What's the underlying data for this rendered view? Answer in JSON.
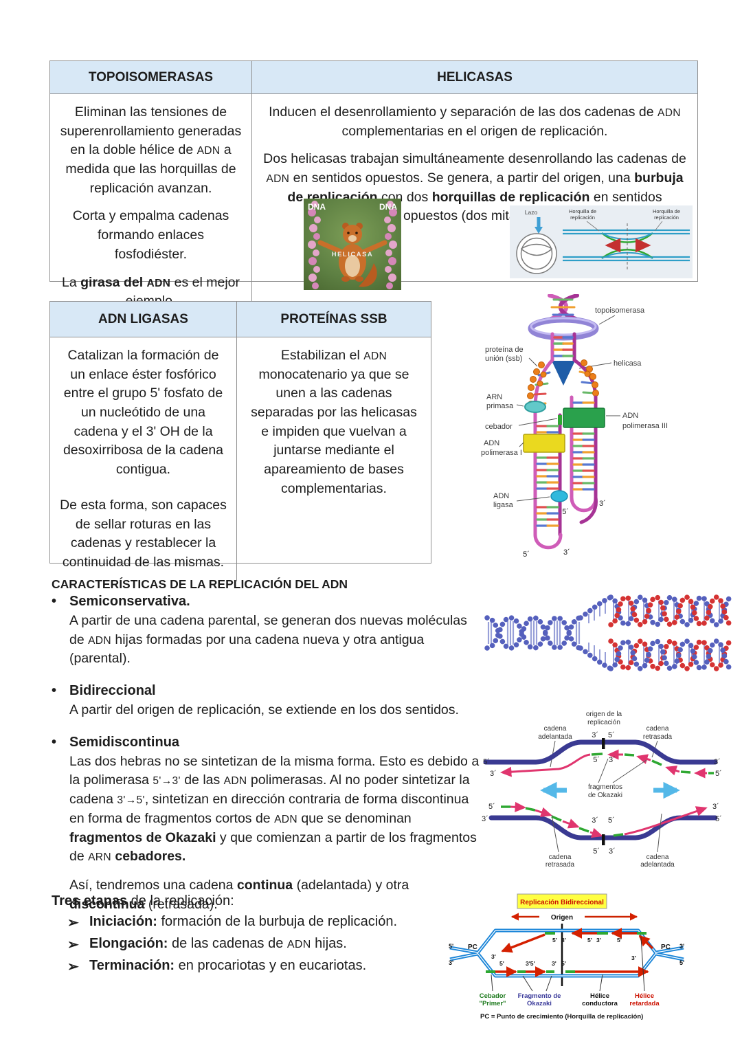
{
  "colors": {
    "header_bg": "#d8e8f6",
    "table_border": "#8f8f8f",
    "text": "#1d1d1d",
    "teal": "#2e9ec7",
    "green": "#2fa832",
    "red_arrow": "#c43030",
    "dark_blue_strand": "#3a3a92",
    "pink_new_strand": "#e0356e",
    "light_blue_arrow": "#54b8e8",
    "helix_blue": "#5560bd",
    "helix_red": "#d53333"
  },
  "table1": {
    "header_left": "TOPOISOMERASAS",
    "header_right": "HELICASAS",
    "left": {
      "p1": [
        {
          "t": "Eliminan las tensiones de superenrollamiento generadas en la doble hélice de "
        },
        {
          "t": "ADN",
          "sc": 1
        },
        {
          "t": " a medida que las horquillas de replicación avanzan."
        }
      ],
      "p2": [
        {
          "t": "Corta y empalma cadenas formando enlaces fosfodiéster."
        }
      ],
      "p3": [
        {
          "t": "La "
        },
        {
          "t": "girasa del ",
          "b": 1
        },
        {
          "t": "ADN",
          "b": 1,
          "sc": 1
        },
        {
          "t": " es el mejor ejemplo."
        }
      ]
    },
    "right": {
      "p1": [
        {
          "t": "Inducen el desenrollamiento y separación de las dos cadenas de "
        },
        {
          "t": "ADN",
          "sc": 1
        },
        {
          "t": " complementarias en el origen de replicación."
        }
      ],
      "p2": [
        {
          "t": "Dos helicasas trabajan simultáneamente desenrollando las cadenas de "
        },
        {
          "t": "ADN",
          "sc": 1
        },
        {
          "t": " en sentidos opuestos. Se genera, a partir del origen, una "
        },
        {
          "t": "burbuja de replicación",
          "b": 1
        },
        {
          "t": " con dos "
        },
        {
          "t": "horquillas de replicación",
          "b": 1
        },
        {
          "t": " en sentidos opuestos (dos mitades)."
        }
      ]
    },
    "squirrel": {
      "dna_left": "DNA",
      "dna_right": "DNA",
      "caption": "HELICASA"
    },
    "bubble": {
      "lazo": "Lazo",
      "fork_left": [
        "Horquilla de",
        "replicación"
      ],
      "fork_right": [
        "Horquilla de",
        "replicación"
      ]
    }
  },
  "table2": {
    "header_left": "ADN LIGASAS",
    "header_right": "PROTEÍNAS SSB",
    "left": {
      "p1": [
        {
          "t": "Catalizan la formación de un enlace éster fosfórico entre el grupo 5' fosfato de un nucleótido de una cadena y el 3' OH de la desoxirribosa de la cadena contigua."
        }
      ],
      "p2": [
        {
          "t": "De esta forma, son capaces de sellar roturas en las cadenas y restablecer la continuidad de las mismas."
        }
      ]
    },
    "right": {
      "p1": [
        {
          "t": "Estabilizan el "
        },
        {
          "t": "ADN",
          "sc": 1
        },
        {
          "t": " monocatenario ya que se unen a las cadenas separadas por las helicasas e impiden que vuelvan a juntarse mediante el apareamiento de bases complementarias."
        }
      ]
    }
  },
  "fork_diagram": {
    "topoisomerasa": "topoisomerasa",
    "ssb": [
      "proteína de",
      "unión (ssb)"
    ],
    "helicasa": "helicasa",
    "arn_primasa": [
      "ARN",
      "primasa"
    ],
    "pol3": [
      "ADN",
      "polimerasa III"
    ],
    "cebador": "cebador",
    "pol1": [
      "ADN",
      "polimerasa I"
    ],
    "ligasa": [
      "ADN",
      "ligasa"
    ],
    "primes": [
      "5´",
      "3´",
      "5´",
      "3´"
    ]
  },
  "caracteristicas": {
    "heading": "CARACTERÍSTICAS DE LA REPLICACIÓN DEL ADN",
    "bullet_marker": "•",
    "bullets": [
      {
        "title": "Semiconservativa.",
        "body": [
          {
            "t": "A partir de una cadena parental, se generan dos nuevas moléculas de "
          },
          {
            "t": "ADN",
            "sc": 1
          },
          {
            "t": " hijas formadas por una cadena nueva y otra antigua (parental)."
          }
        ]
      },
      {
        "title": "Bidireccional",
        "body": [
          {
            "t": "A partir del origen de replicación, se extiende en los dos sentidos."
          }
        ]
      },
      {
        "title": "Semidiscontinua",
        "body": [
          {
            "t": "Las dos hebras no se sintetizan de la misma forma. Esto es debido a la polimerasa "
          },
          {
            "t": "5'→3'",
            "sc": 1
          },
          {
            "t": " de las "
          },
          {
            "t": "ADN",
            "sc": 1
          },
          {
            "t": " polimerasas. Al no poder sintetizar la cadena "
          },
          {
            "t": "3'→5'",
            "sc": 1
          },
          {
            "t": ", sintetizan en dirección contraria de forma discontinua en forma de fragmentos cortos de "
          },
          {
            "t": "ADN",
            "sc": 1
          },
          {
            "t": " que se denominan "
          },
          {
            "t": "fragmentos de Okazaki",
            "b": 1
          },
          {
            "t": " y que comienzan a partir de los fragmentos de "
          },
          {
            "t": "ARN",
            "sc": 1
          },
          {
            "t": " "
          },
          {
            "t": "cebadores.",
            "b": 1
          }
        ],
        "body2": [
          {
            "t": "Así, tendremos una cadena "
          },
          {
            "t": "continua",
            "b": 1
          },
          {
            "t": " (adelantada) y otra "
          },
          {
            "t": "discontinua",
            "b": 1
          },
          {
            "t": " (retrasada)."
          }
        ]
      }
    ]
  },
  "semi_diagram": {
    "origen": [
      "origen de la",
      "replicación"
    ],
    "top_left": [
      "cadena",
      "adelantada"
    ],
    "top_right": [
      "cadena",
      "retrasada"
    ],
    "bottom_left": [
      "cadena",
      "retrasada"
    ],
    "bottom_right": [
      "cadena",
      "adelantada"
    ],
    "fragmentos": [
      "fragmentos",
      "de Okazaki"
    ],
    "primes": [
      "5´",
      "3´",
      "3´",
      "5´",
      "5´",
      "3´",
      "3´",
      "5´",
      "5´",
      "3´",
      "3´",
      "5´",
      "5´",
      "3´",
      "3´",
      "5´"
    ]
  },
  "tres_etapas": {
    "intro": [
      {
        "t": "Tres etapas",
        "b": 1
      },
      {
        "t": " de la replicación:"
      }
    ],
    "marker": "➢",
    "items": [
      [
        {
          "t": "Iniciación:",
          "b": 1
        },
        {
          "t": " formación de la burbuja de replicación."
        }
      ],
      [
        {
          "t": "Elongación:",
          "b": 1
        },
        {
          "t": " de las cadenas de "
        },
        {
          "t": "ADN",
          "sc": 1
        },
        {
          "t": " hijas."
        }
      ],
      [
        {
          "t": "Terminación:",
          "b": 1
        },
        {
          "t": " en procariotas y en eucariotas."
        }
      ]
    ]
  },
  "bidi_diagram": {
    "title": "Replicación Bidireccional",
    "origen": "Origen",
    "pc_left": "PC",
    "pc_right": "PC",
    "outer_primes": [
      "5'",
      "3'",
      "3'",
      "5'"
    ],
    "inner_primes": [
      "3'",
      "5'",
      "3'",
      "5'",
      "3'",
      "5'",
      "3'",
      "5'",
      "3'5'",
      "3'",
      "5'"
    ],
    "captions": {
      "cebador": [
        "Cebador",
        "\"Primer\""
      ],
      "fragmento": [
        "Fragmento de",
        "Okazaki"
      ],
      "conductora": [
        "Hélice",
        "conductora"
      ],
      "retardada": [
        "Hélice",
        "retardada"
      ]
    },
    "footnote": "PC = Punto de crecimiento (Horquilla de replicación)"
  }
}
